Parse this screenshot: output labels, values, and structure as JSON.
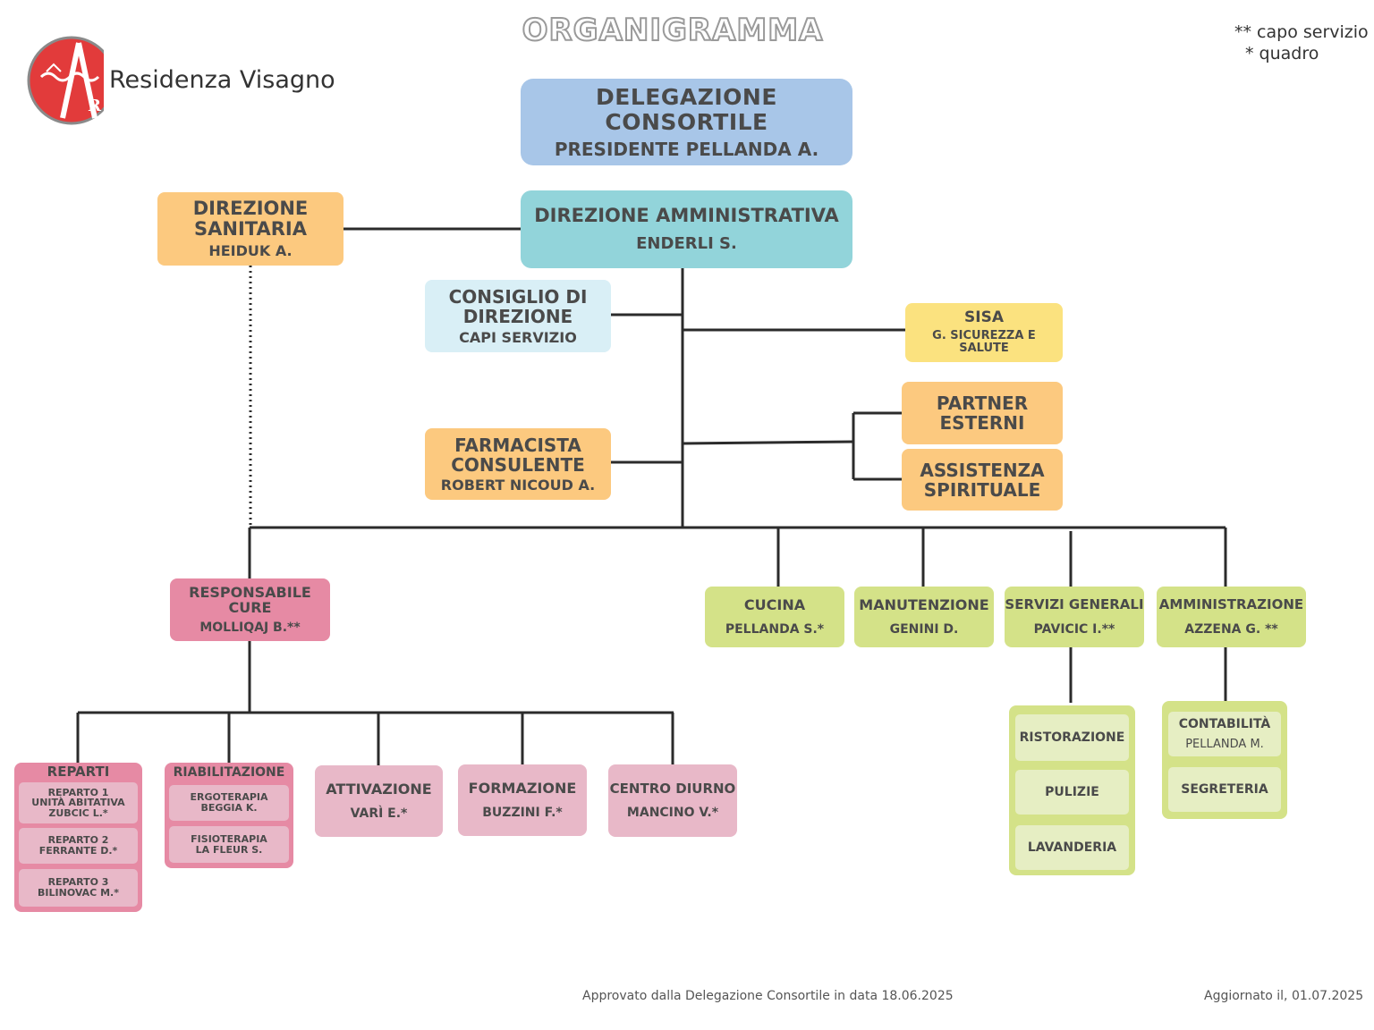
{
  "title": "ORGANIGRAMMA",
  "logo": {
    "name": "Residenza Visagno",
    "mark_letter": "R",
    "color": "#e23b3b"
  },
  "legend": {
    "line1": "** capo servizio",
    "line2": "* quadro"
  },
  "nodes": {
    "delegazione": {
      "title1": "DELEGAZIONE",
      "title2": "CONSORTILE",
      "person": "PRESIDENTE PELLANDA A."
    },
    "dir_sanitaria": {
      "title1": "DIREZIONE",
      "title2": "SANITARIA",
      "person": "HEIDUK A."
    },
    "dir_amministrativa": {
      "title": "DIREZIONE AMMINISTRATIVA",
      "person": "ENDERLI S."
    },
    "consiglio": {
      "title1": "CONSIGLIO DI",
      "title2": "DIREZIONE",
      "person": "CAPI SERVIZIO"
    },
    "sisa": {
      "title": "SISA",
      "sub1": "G. SICUREZZA E",
      "sub2": "SALUTE"
    },
    "partner": {
      "title1": "PARTNER",
      "title2": "ESTERNI"
    },
    "assistenza": {
      "title1": "ASSISTENZA",
      "title2": "SPIRITUALE"
    },
    "farmacista": {
      "title1": "FARMACISTA",
      "title2": "CONSULENTE",
      "person": "ROBERT NICOUD A."
    },
    "resp_cure": {
      "title1": "RESPONSABILE",
      "title2": "CURE",
      "person": "MOLLIQAJ B.**"
    },
    "cucina": {
      "title": "CUCINA",
      "person": "PELLANDA S.*"
    },
    "manutenzione": {
      "title": "MANUTENZIONE",
      "person": "GENINI D."
    },
    "servizi_generali": {
      "title": "SERVIZI GENERALI",
      "person": "PAVICIC I.**"
    },
    "amministrazione": {
      "title": "AMMINISTRAZIONE",
      "person": "AZZENA G. **"
    },
    "reparti": {
      "title": "REPARTI",
      "items": [
        {
          "l1": "REPARTO 1",
          "l2": "UNITÀ ABITATIVA",
          "l3": "ZUBCIC L.*"
        },
        {
          "l1": "REPARTO 2",
          "l2": "FERRANTE D.*"
        },
        {
          "l1": "REPARTO 3",
          "l2": "BILINOVAC M.*"
        }
      ]
    },
    "riabilitazione": {
      "title": "RIABILITAZIONE",
      "items": [
        {
          "l1": "ERGOTERAPIA",
          "l2": "BEGGIA K."
        },
        {
          "l1": "FISIOTERAPIA",
          "l2": "LA FLEUR S."
        }
      ]
    },
    "attivazione": {
      "title": "ATTIVAZIONE",
      "person": "VARÌ E.*"
    },
    "formazione": {
      "title": "FORMAZIONE",
      "person": "BUZZINI F.*"
    },
    "centro_diurno": {
      "title": "CENTRO DIURNO",
      "person": "MANCINO V.*"
    },
    "servizi_sub": {
      "items": [
        "RISTORAZIONE",
        "PULIZIE",
        "LAVANDERIA"
      ]
    },
    "amm_sub": {
      "contabilita": "CONTABILITÀ",
      "contabilita_person": "PELLANDA M.",
      "segreteria": "SEGRETERIA"
    }
  },
  "footer": {
    "approved": "Approvato dalla Delegazione Consortile in data 18.06.2025",
    "updated": "Aggiornato il, 01.07.2025"
  }
}
